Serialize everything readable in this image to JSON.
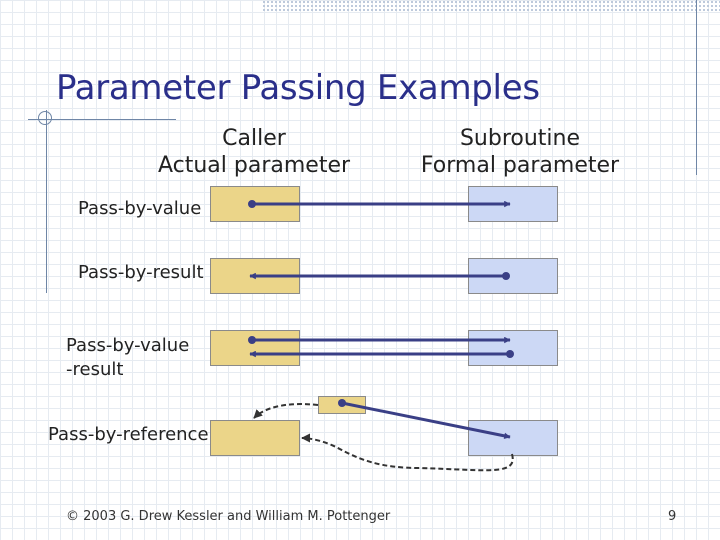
{
  "slide": {
    "title": "Parameter Passing Examples",
    "columns": {
      "caller": {
        "line1": "Caller",
        "line2": "Actual parameter"
      },
      "subroutine": {
        "line1": "Subroutine",
        "line2": "Formal parameter"
      }
    },
    "rows": [
      {
        "label": "Pass-by-value"
      },
      {
        "label": "Pass-by-result"
      },
      {
        "label": "Pass-by-value-result"
      },
      {
        "label": "Pass-by-reference"
      }
    ],
    "footer": "© 2003 G. Drew Kessler and William M. Pottenger",
    "page_number": "9"
  },
  "colors": {
    "actual_box": "#ebd589",
    "formal_box": "#ccd8f5",
    "arrow": "#3a3f86",
    "title": "#2a2f8a"
  }
}
